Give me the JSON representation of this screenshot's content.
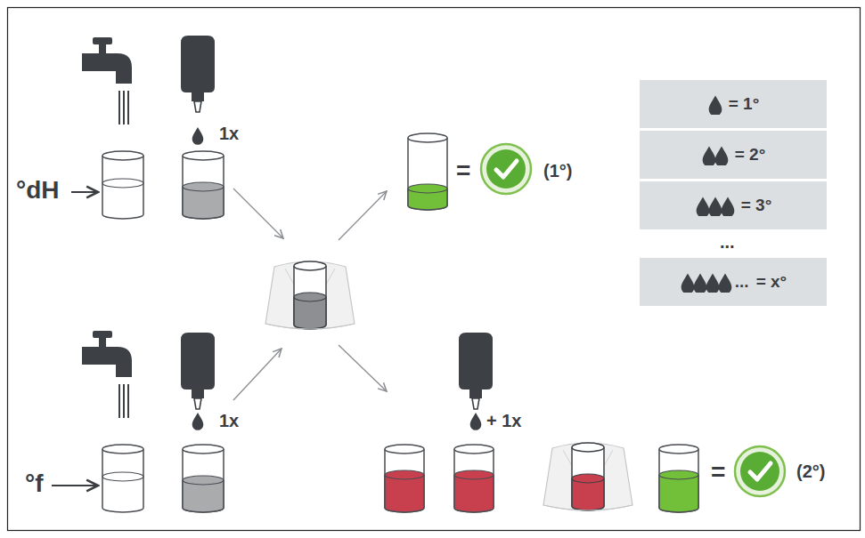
{
  "diagram": {
    "nodes": [
      {
        "text": [
          "= 1°"
        ]
      },
      {
        "text": [
          "= 2°"
        ]
      },
      {
        "text": [
          "= 3°"
        ]
      },
      {
        "text": [
          "...",
          "= x°"
        ]
      }
    ],
    "labels": [
      "°dH",
      "1x",
      "=",
      "(1°)",
      "...",
      "°f",
      "1x",
      "+ 1x",
      "=",
      "(2°)"
    ]
  }
}
